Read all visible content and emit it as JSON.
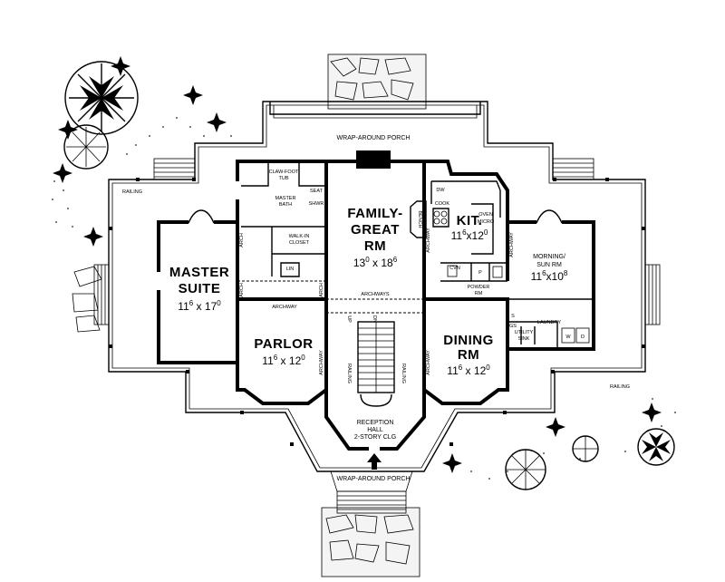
{
  "plan": {
    "porch_top": "WRAP-AROUND PORCH",
    "porch_bottom": "WRAP-AROUND PORCH",
    "railing_left": "RAILING",
    "railing_right": "RAILING",
    "rooms": {
      "master_suite": {
        "name_1": "MASTER",
        "name_2": "SUITE",
        "w_ft": "11",
        "w_in": "6",
        "x": " x ",
        "l_ft": "17",
        "l_in": "0"
      },
      "family": {
        "name_1": "FAMILY-",
        "name_2": "GREAT",
        "name_3": "RM",
        "w_ft": "13",
        "w_in": "0",
        "x": " x ",
        "l_ft": "18",
        "l_in": "6"
      },
      "kitchen": {
        "name": "KIT.",
        "w_ft": "11",
        "w_in": "6",
        "x": "x",
        "l_ft": "12",
        "l_in": "0"
      },
      "morning": {
        "name_1": "MORNING/",
        "name_2": "SUN RM",
        "w_ft": "11",
        "w_in": "6",
        "x": "x",
        "l_ft": "10",
        "l_in": "8"
      },
      "parlor": {
        "name": "PARLOR",
        "w_ft": "11",
        "w_in": "6",
        "x": " x ",
        "l_ft": "12",
        "l_in": "0"
      },
      "dining": {
        "name_1": "DINING",
        "name_2": "RM",
        "w_ft": "11",
        "w_in": "6",
        "x": " x ",
        "l_ft": "12",
        "l_in": "0"
      },
      "reception": {
        "name_1": "RECEPTION",
        "name_2": "HALL",
        "name_3": "2-STORY CLG"
      }
    },
    "labels": {
      "master_bath_1": "MASTER",
      "master_bath_2": "BATH",
      "clawfoot_1": "CLAW-FOOT",
      "clawfoot_2": "TUB",
      "seat": "SEAT",
      "shwr": "SHWR",
      "walkin_1": "WALK-IN",
      "walkin_2": "CLOSET",
      "lin": "LIN",
      "arch_1": "ARCH",
      "arch_2": "ARCH",
      "arch_3": "ARCH",
      "archway_parlor": "ARCHWAY",
      "archways": "ARCHWAYS",
      "archway_left": "ARCHWAY",
      "archway_right": "ARCHWAY",
      "archway_kit": "ARCHWAY",
      "archway_morning": "ARCHWAY",
      "railing_stair_1": "RAILING",
      "railing_stair_2": "RAILING",
      "up": "UP",
      "dn": "DN",
      "bench": "BENCH",
      "dw": "DW",
      "cook": "COOK",
      "oven": "OVEN",
      "micro": "MICRO",
      "cvn": "CVN",
      "p": "P",
      "powder_1": "POWDER",
      "powder_2": "RM",
      "laundry": "LAUNDRY",
      "utility_1": "UTILITY",
      "utility_2": "SINK",
      "w": "W",
      "d": "D",
      "s": "S",
      "gs": "GS",
      "fireplace": ""
    }
  }
}
